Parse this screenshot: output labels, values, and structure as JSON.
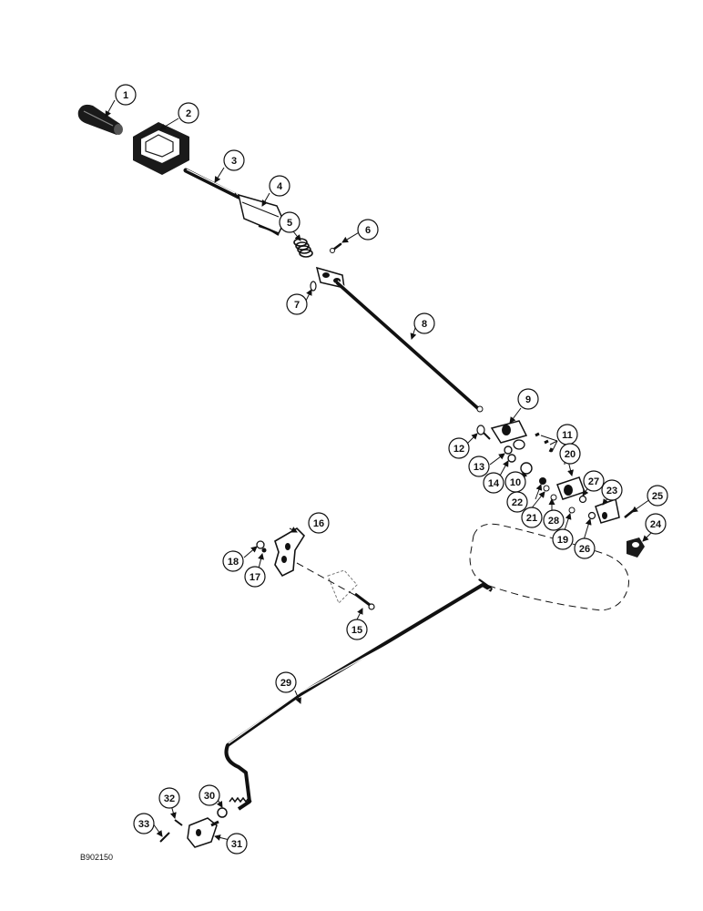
{
  "figure_code": "B902150",
  "callouts": [
    "1",
    "2",
    "3",
    "4",
    "5",
    "6",
    "7",
    "8",
    "9",
    "10",
    "11",
    "12",
    "13",
    "14",
    "15",
    "16",
    "17",
    "18",
    "19",
    "20",
    "21",
    "22",
    "23",
    "24",
    "25",
    "26",
    "27",
    "28",
    "29",
    "30",
    "31",
    "32",
    "33"
  ]
}
